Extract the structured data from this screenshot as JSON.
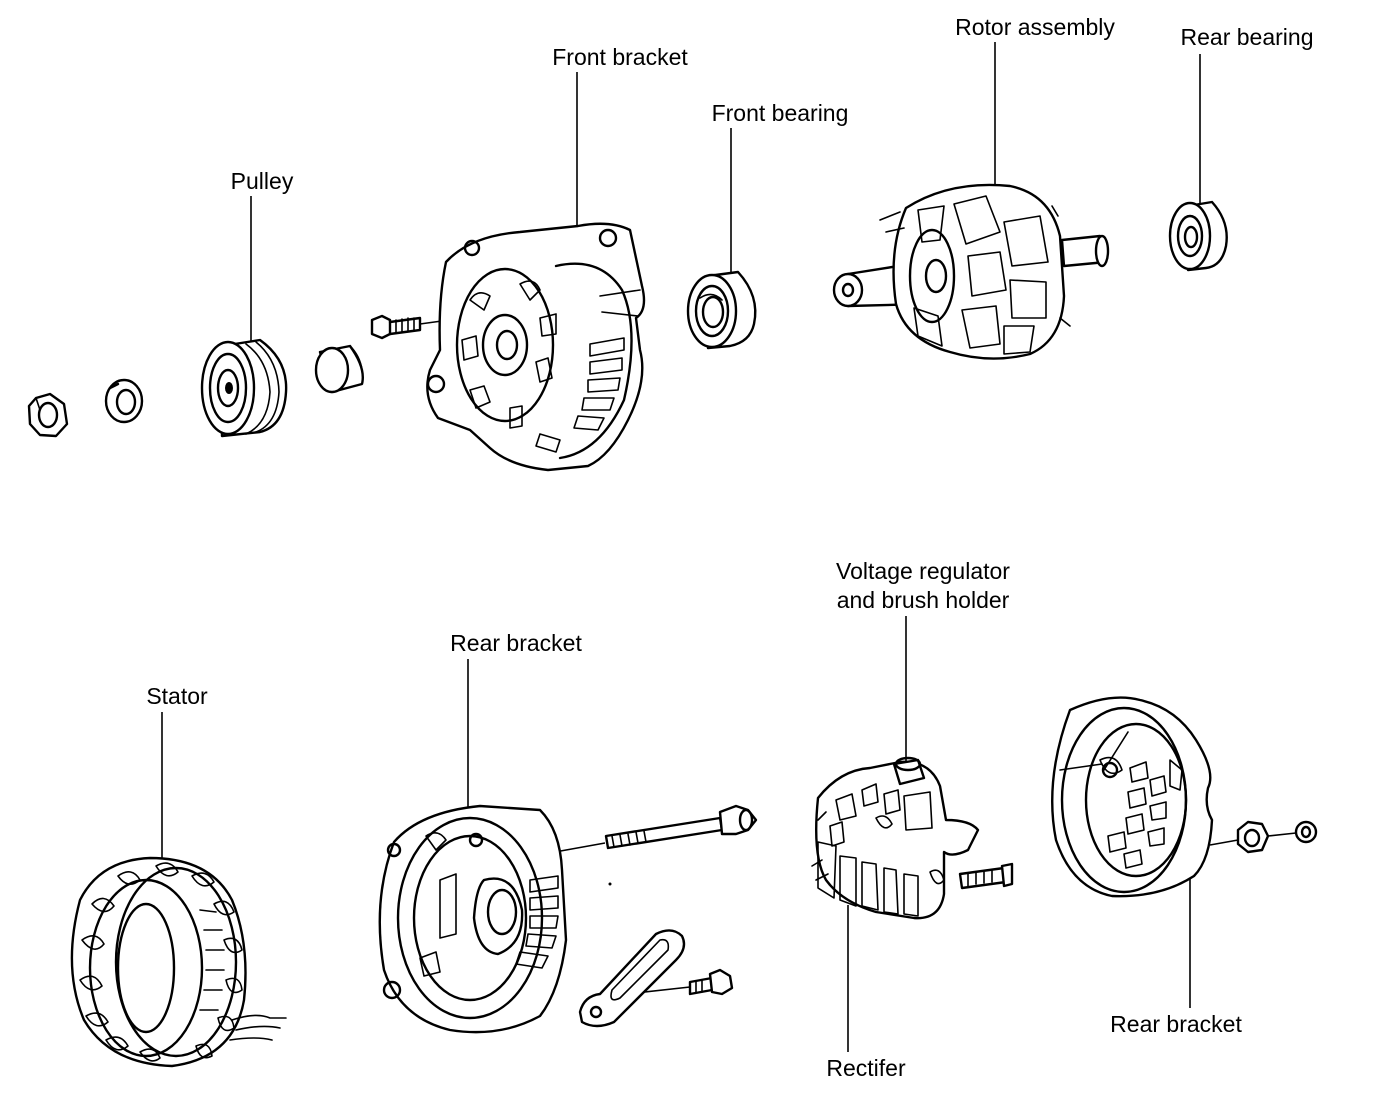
{
  "diagram": {
    "labels": {
      "pulley": "Pulley",
      "front_bracket": "Front bracket",
      "front_bearing": "Front bearing",
      "rotor_assembly": "Rotor assembly",
      "rear_bearing": "Rear bearing",
      "stator": "Stator",
      "rear_bracket_main": "Rear bracket",
      "voltage_regulator_line1": "Voltage regulator",
      "voltage_regulator_line2": "and brush holder",
      "rectifier": "Rectifer",
      "rear_bracket_cover": "Rear bracket"
    },
    "colors": {
      "ink": "#000000",
      "paper": "#ffffff"
    }
  }
}
